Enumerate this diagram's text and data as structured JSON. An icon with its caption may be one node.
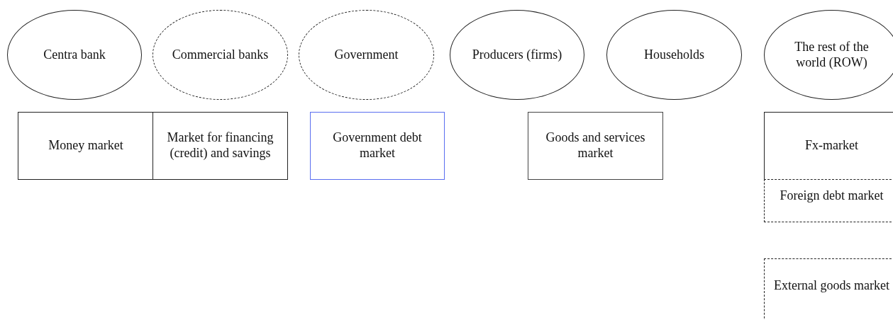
{
  "diagram": {
    "nodes": [
      {
        "text": [
          "Centra bank"
        ]
      },
      {
        "text": [
          "Commercial banks"
        ]
      },
      {
        "text": [
          "Government"
        ]
      },
      {
        "text": [
          "Producers (firms)"
        ]
      },
      {
        "text": [
          "Households"
        ]
      },
      {
        "text": [
          "The rest of the world (ROW)"
        ]
      },
      {
        "text": [
          "Money market"
        ]
      },
      {
        "text": [
          "Market for financing (credit) and savings"
        ]
      },
      {
        "text": [
          "Government debt market"
        ]
      },
      {
        "text": [
          "Goods and services market"
        ]
      },
      {
        "text": [
          "Fx-market"
        ]
      },
      {
        "text": [
          "Foreign debt market"
        ]
      },
      {
        "text": [
          "External goods market"
        ]
      }
    ]
  }
}
